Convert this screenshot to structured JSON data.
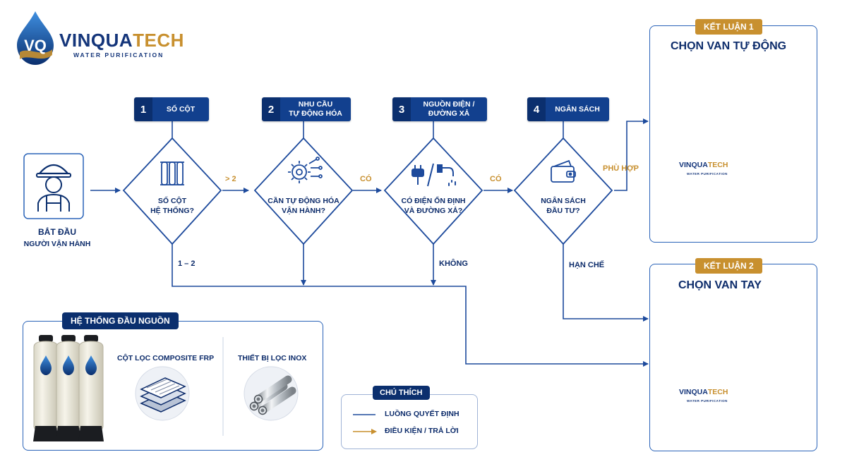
{
  "brand": {
    "name_primary": "VINQUA",
    "name_accent": "TECH",
    "tagline": "WATER PURIFICATION",
    "logo_mark": "VQ"
  },
  "colors": {
    "navy": "#0b2f6e",
    "blue": "#12408e",
    "line_blue": "#1d4a9c",
    "gold": "#c8902f",
    "panel_border": "#2a63b8"
  },
  "start": {
    "icon": "worker-icon",
    "title": "BẮT ĐẦU",
    "subtitle": "NGƯỜI VẬN HÀNH"
  },
  "steps": [
    {
      "number": "1",
      "label": "SỐ CỘT"
    },
    {
      "number": "2",
      "label": "NHU CẦU\nTỰ ĐỘNG HÓA"
    },
    {
      "number": "3",
      "label": "NGUỒN ĐIỆN /\nĐƯỜNG XẢ"
    },
    {
      "number": "4",
      "label": "NGÂN SÁCH"
    }
  ],
  "decisions": [
    {
      "icon": "filter-columns-icon",
      "question": "SỐ CỘT\nHỆ THỐNG?"
    },
    {
      "icon": "automation-gear-icon",
      "question": "CẦN TỰ ĐỘNG HÓA\nVẬN HÀNH?"
    },
    {
      "icon": "power-plug-drain-icon",
      "question": "CÓ ĐIỆN ỔN ĐỊNH\nVÀ ĐƯỜNG XẢ?"
    },
    {
      "icon": "wallet-icon",
      "question": "NGÂN SÁCH\nĐẦU TƯ?"
    }
  ],
  "edge_labels": {
    "gt2": "> 2",
    "yes1": "CÓ",
    "yes2": "CÓ",
    "fit": "PHÙ HỢP",
    "one_two": "1 – 2",
    "no": "KHÔNG",
    "limited": "HẠN CHẾ"
  },
  "conclusions": [
    {
      "tag": "KẾT LUẬN 1",
      "title": "CHỌN VAN TỰ ĐỘNG"
    },
    {
      "tag": "KẾT LUẬN 2",
      "title": "CHỌN VAN TAY"
    }
  ],
  "headend": {
    "title": "HỆ THỐNG ĐẦU NGUỒN",
    "item1": "CỘT LỌC COMPOSITE FRP",
    "item2": "THIẾT BỊ LỌC INOX"
  },
  "legend": {
    "title": "CHÚ THÍCH",
    "flow": "LUỒNG QUYẾT ĐỊNH",
    "condition": "ĐIỀU KIỆN / TRẢ LỜI"
  },
  "tank_brand": {
    "primary": "VINQUA",
    "accent": "TECH",
    "tagline": "WATER PURIFICATION"
  }
}
